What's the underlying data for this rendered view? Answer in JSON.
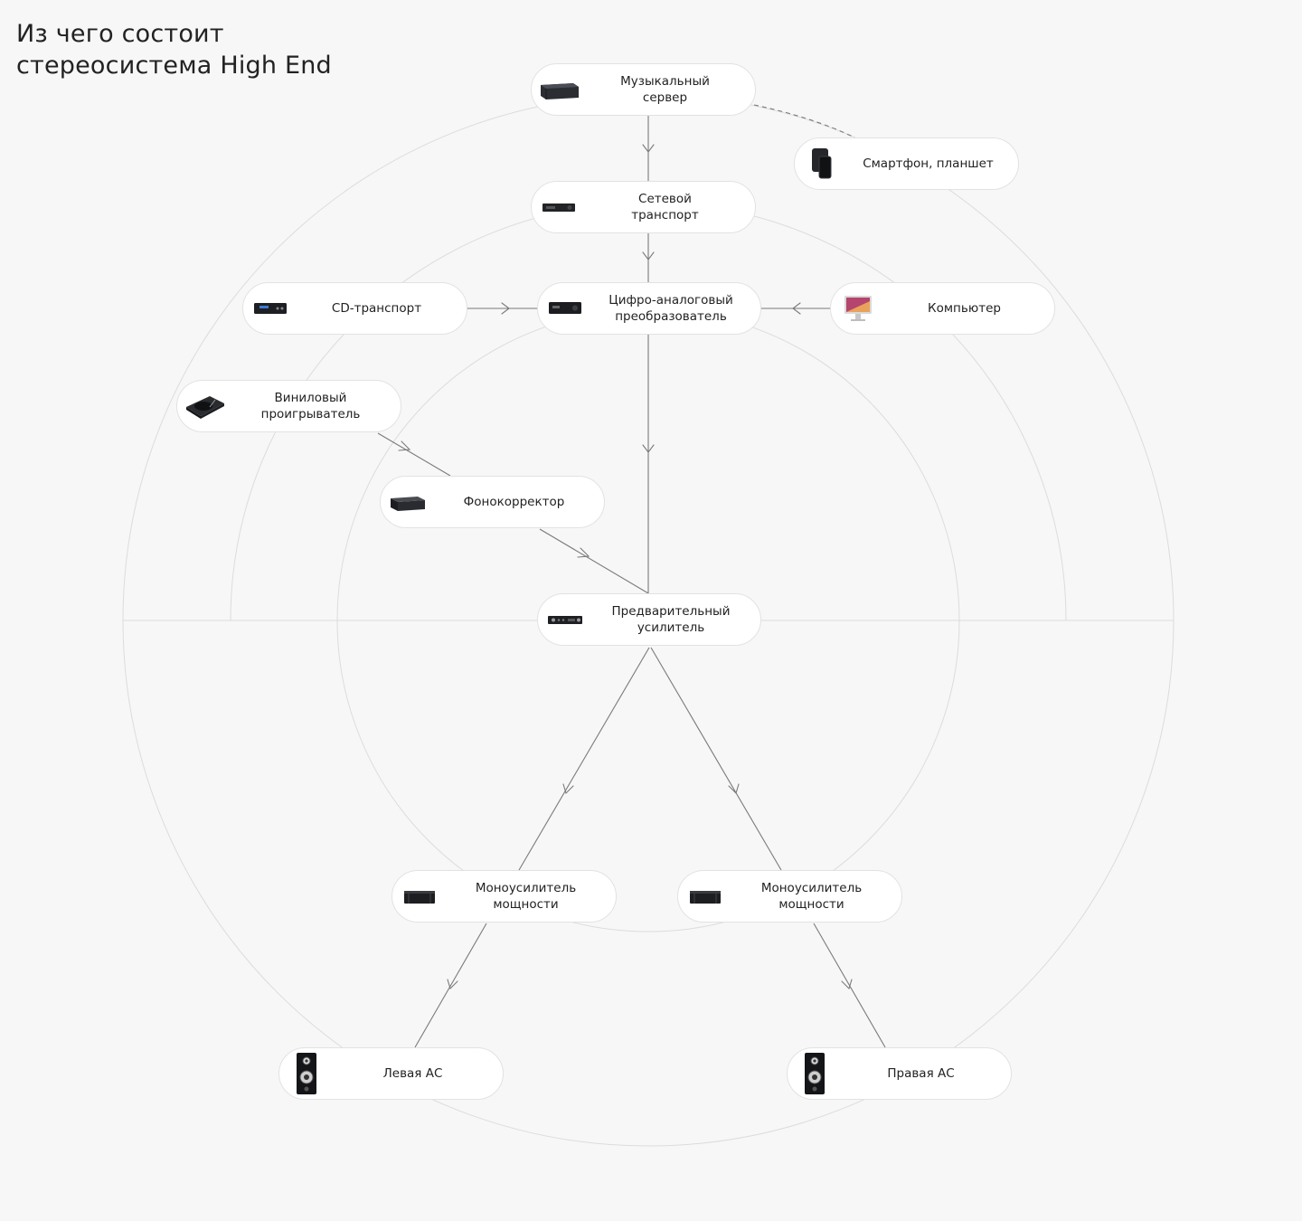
{
  "title": {
    "line1": "Из чего состоит",
    "line2": "стереосистема High End"
  },
  "nodes": {
    "music_server": {
      "label": "Музыкальный\nсервер",
      "icon": "music-server-icon"
    },
    "smartphone": {
      "label": "Смартфон, планшет",
      "icon": "smartphone-icon"
    },
    "network_transport": {
      "label": "Сетевой\nтранспорт",
      "icon": "network-transport-icon"
    },
    "cd_transport": {
      "label": "CD-транспорт",
      "icon": "cd-transport-icon"
    },
    "dac": {
      "label": "Цифро-аналоговый\nпреобразователь",
      "icon": "dac-icon"
    },
    "computer": {
      "label": "Компьютер",
      "icon": "computer-icon"
    },
    "turntable": {
      "label": "Виниловый\nпроигрыватель",
      "icon": "turntable-icon"
    },
    "phono": {
      "label": "Фонокорректор",
      "icon": "phono-preamp-icon"
    },
    "preamp": {
      "label": "Предварительный\nусилитель",
      "icon": "preamp-icon"
    },
    "mono_left": {
      "label": "Моноусилитель\nмощности",
      "icon": "mono-amp-icon"
    },
    "mono_right": {
      "label": "Моноусилитель\nмощности",
      "icon": "mono-amp-icon"
    },
    "left_speaker": {
      "label": "Левая АС",
      "icon": "speaker-icon"
    },
    "right_speaker": {
      "label": "Правая АС",
      "icon": "speaker-icon"
    }
  },
  "colors": {
    "background": "#f7f7f7",
    "node_fill": "#ffffff",
    "node_border": "#e2e2e2",
    "connector": "#777777",
    "ring": "#dcdcdc",
    "text": "#222222"
  }
}
